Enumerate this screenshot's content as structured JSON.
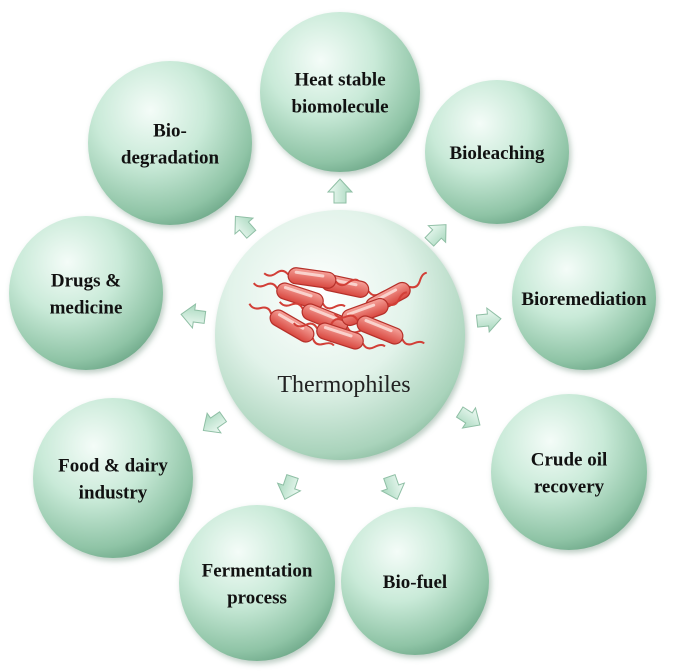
{
  "center": {
    "label": "Thermophiles"
  },
  "nodes": [
    {
      "id": "heat-stable",
      "lines": [
        "Heat stable",
        "biomolecule"
      ]
    },
    {
      "id": "bioleaching",
      "lines": [
        "Bioleaching"
      ]
    },
    {
      "id": "bioremediation",
      "lines": [
        "Bioremediation"
      ]
    },
    {
      "id": "crude-oil",
      "lines": [
        "Crude oil",
        "recovery"
      ]
    },
    {
      "id": "bio-fuel",
      "lines": [
        "Bio-fuel"
      ]
    },
    {
      "id": "fermentation",
      "lines": [
        "Fermentation",
        "process"
      ]
    },
    {
      "id": "food-dairy",
      "lines": [
        "Food & dairy",
        "industry"
      ]
    },
    {
      "id": "drugs",
      "lines": [
        "Drugs &",
        "medicine"
      ]
    },
    {
      "id": "biodegradation",
      "lines": [
        "Bio-",
        "degradation"
      ]
    }
  ],
  "colors": {
    "bubble_light": "#f2fbf6",
    "bubble_mid": "#b9e0cb",
    "bubble_dark": "#7fb99b",
    "arrow": "#bfe6d2",
    "bacteria": "#e0524a"
  }
}
